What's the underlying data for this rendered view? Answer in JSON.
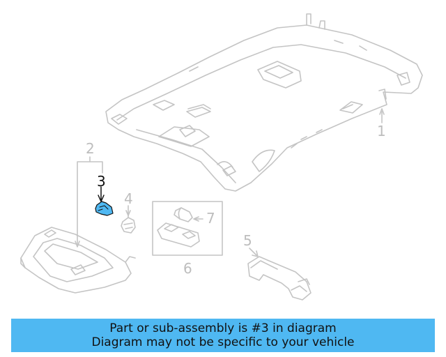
{
  "callouts": {
    "c1": "1",
    "c2": "2",
    "c3": "3",
    "c4": "4",
    "c5": "5",
    "c6": "6",
    "c7": "7"
  },
  "banner": {
    "line1": "Part or sub-assembly is #3 in diagram",
    "line2": "Diagram may not be specific to your vehicle"
  },
  "colors": {
    "line": "#c4c4c4",
    "highlight_part": "#4fb8f2",
    "banner_bg": "#4fb8f2",
    "highlight_text": "#111111"
  },
  "icons": [
    "headliner-part",
    "sun-visor-part",
    "visor-clip-part",
    "retainer-clip-part",
    "assist-grip-part",
    "map-lamp-part",
    "bulb-part"
  ]
}
